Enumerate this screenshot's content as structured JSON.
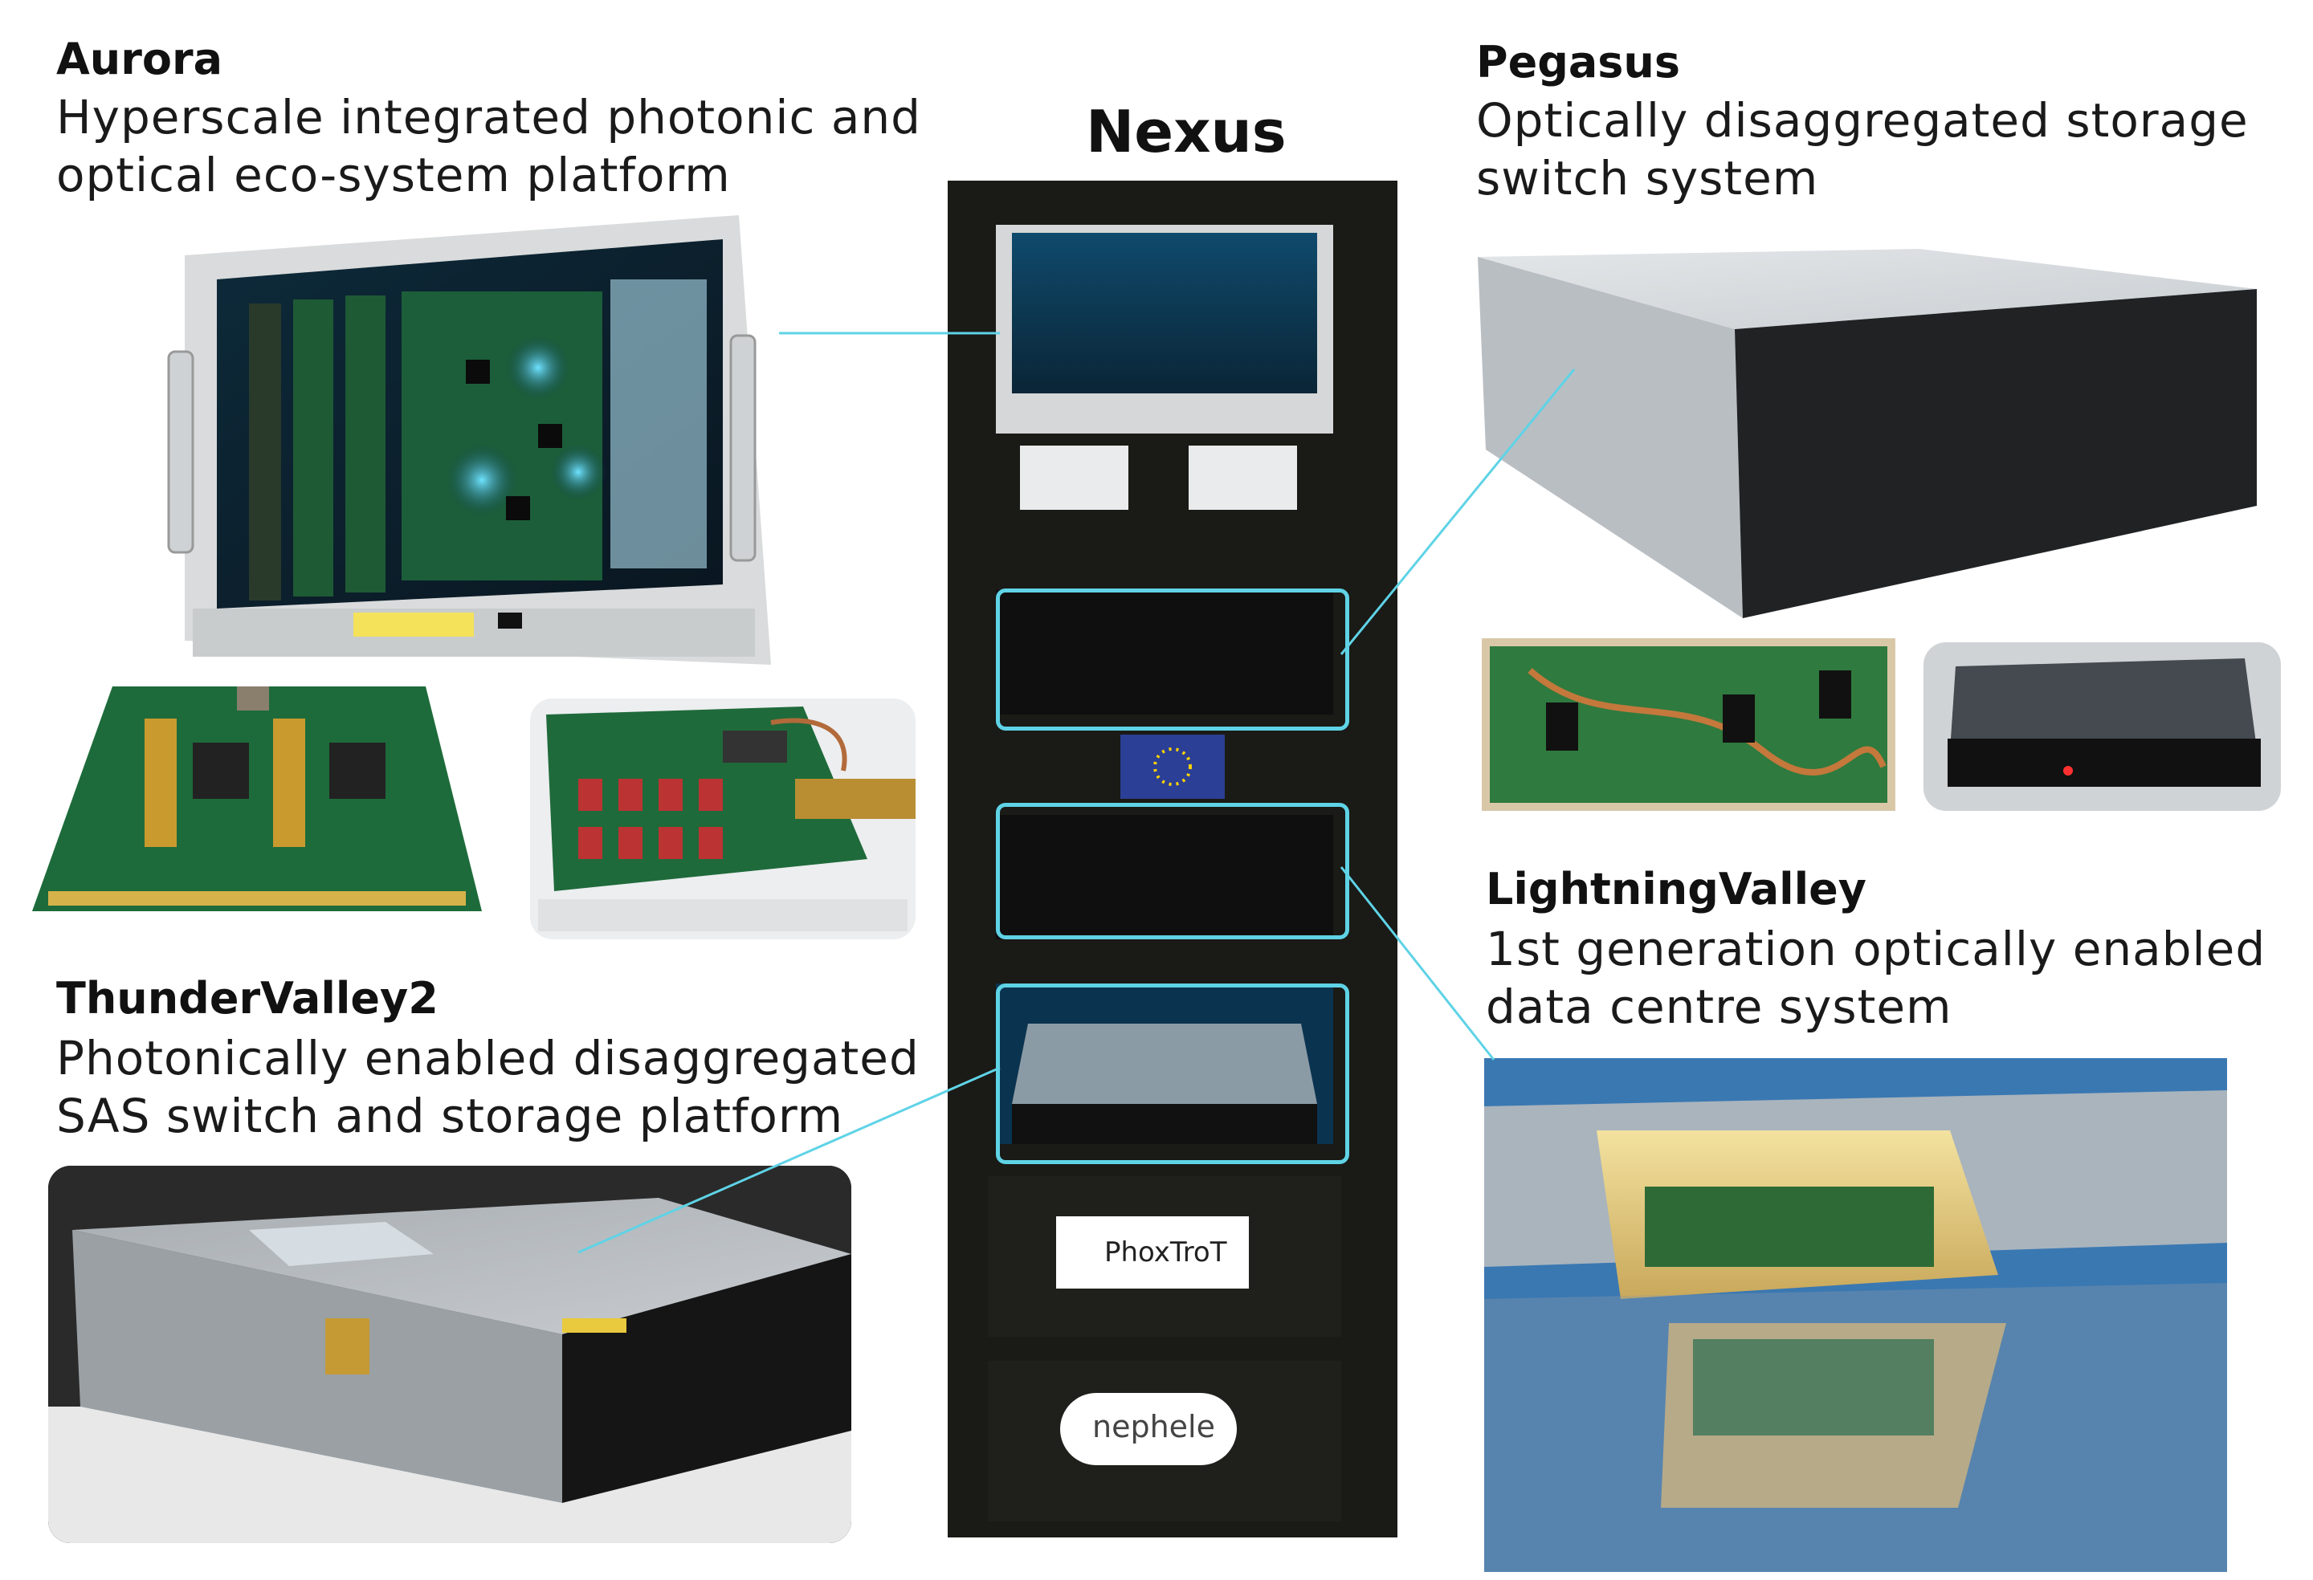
{
  "center": {
    "title": "Nexus"
  },
  "sections": {
    "aurora": {
      "title": "Aurora",
      "line1": "Hyperscale integrated photonic and",
      "line2": "optical eco-system platform"
    },
    "pegasus": {
      "title": "Pegasus",
      "line1": "Optically disaggregated storage",
      "line2": "switch system"
    },
    "thundervalley2": {
      "title": "ThunderValley2",
      "line1": "Photonically enabled disaggregated",
      "line2": "SAS switch and storage platform"
    },
    "lightningvalley": {
      "title": "LightningValley",
      "line1": "1st generation optically enabled",
      "line2": "data centre system"
    }
  },
  "rack_labels": {
    "phoxtrot": "PhoxTroT",
    "nephele": "nephele"
  },
  "colors": {
    "connector": "#5fd3e6",
    "rack": "#1c1c18",
    "glow": "#29b6f6",
    "pcb": "#1f6b3a"
  }
}
